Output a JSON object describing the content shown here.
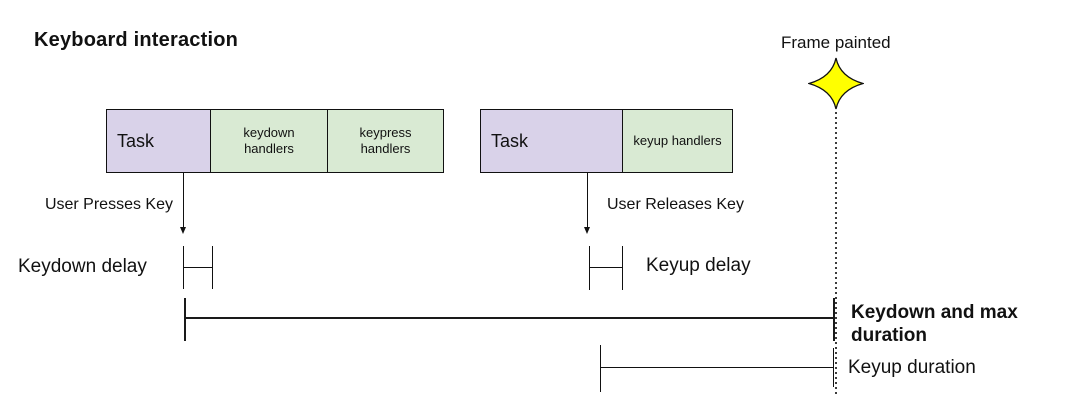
{
  "diagram": {
    "title": "Keyboard interaction",
    "frame_marker": {
      "label": "Frame painted",
      "icon": "star-4-point",
      "star_fill": "#ffff00",
      "star_stroke": "#111111"
    },
    "keydown_sequence": {
      "task_label": "Task",
      "handler_1": "keydown\nhandlers",
      "handler_2": "keypress\nhandlers",
      "event_label": "User Presses Key",
      "delay_label": "Keydown delay"
    },
    "keyup_sequence": {
      "task_label": "Task",
      "handler_1": "keyup handlers",
      "event_label": "User Releases Key",
      "delay_label": "Keyup delay"
    },
    "durations": {
      "keydown_label": "Keydown and max\nduration",
      "keyup_label": "Keyup duration"
    },
    "colors": {
      "task_fill": "#d9d2e9",
      "handler_fill": "#d9ead3",
      "line": "#111111"
    }
  }
}
